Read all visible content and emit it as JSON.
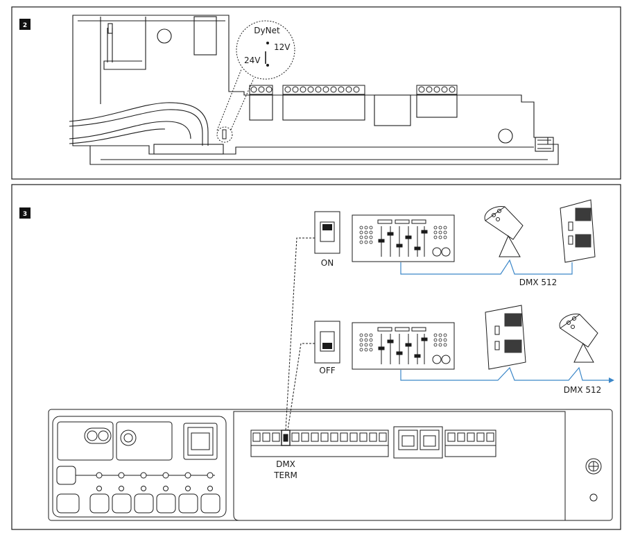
{
  "panel2": {
    "step": "2",
    "dynet_label": "DyNet",
    "v12_label": "12V",
    "v24_label": "24V"
  },
  "panel3": {
    "step": "3",
    "on_label": "ON",
    "off_label": "OFF",
    "dmx_top": "DMX 512",
    "dmx_bottom": "DMX 512",
    "dmx_term_line1": "DMX",
    "dmx_term_line2": "TERM"
  },
  "colors": {
    "line": "#1a1a1a",
    "dmx_cable": "#3a86c8",
    "badge": "#111111"
  }
}
